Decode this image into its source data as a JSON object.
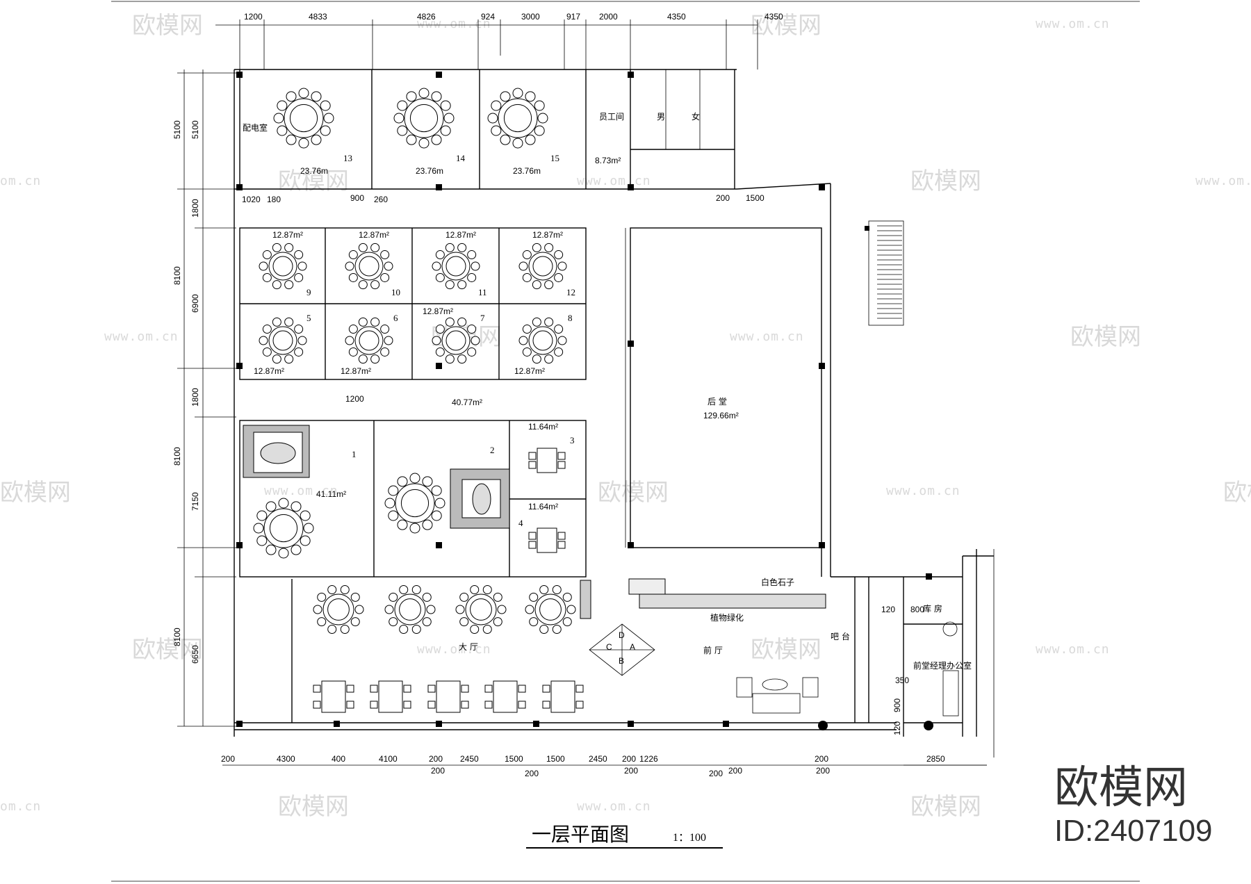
{
  "title": {
    "text": "一层平面图",
    "scale": "1：100"
  },
  "logo": {
    "brand": "欧模网",
    "id": "ID:2407109"
  },
  "watermark": {
    "brand": "欧模网",
    "url": "www.om.cn",
    "url_short": "om.cn"
  },
  "dims_top": [
    "1200",
    "4833",
    "4826",
    "924",
    "3000",
    "917",
    "2000",
    "4350",
    "4350"
  ],
  "dims_bottom": [
    "200",
    "4300",
    "400",
    "4100",
    "200",
    "2450",
    "1500",
    "1500",
    "2450",
    "200",
    "1226",
    "200",
    "2850"
  ],
  "dims_bottom_sub": [
    "200",
    "200",
    "200",
    "200",
    "200",
    "200"
  ],
  "dims_left_outer": [
    "5100",
    "8100",
    "8100",
    "8100"
  ],
  "dims_left_inner": [
    "5100",
    "1800",
    "6900",
    "1800",
    "7150",
    "6650"
  ],
  "dims_misc": {
    "d1020": "1020",
    "d180": "180",
    "d900": "900",
    "d260": "260",
    "d200": "200",
    "d1500": "1500",
    "d1200": "1200",
    "d120": "120",
    "d800": "800",
    "d350": "350",
    "d900b": "900",
    "d120b": "120"
  },
  "rooms": {
    "r13": {
      "num": "13",
      "area": "23.76m"
    },
    "r14": {
      "num": "14",
      "area": "23.76m"
    },
    "r15": {
      "num": "15",
      "area": "23.76m"
    },
    "staff": {
      "label": "员工间",
      "area": "8.73m²"
    },
    "male": "男",
    "female": "女",
    "elec": "配电室",
    "r9": {
      "num": "9",
      "area": "12.87m²"
    },
    "r10": {
      "num": "10",
      "area": "12.87m²"
    },
    "r11": {
      "num": "11",
      "area": "12.87m²"
    },
    "r12": {
      "num": "12",
      "area": "12.87m²"
    },
    "r5": {
      "num": "5",
      "area": "12.87m²"
    },
    "r6": {
      "num": "6",
      "area": "12.87m²"
    },
    "r7": {
      "num": "7",
      "area": "12.87m²"
    },
    "r8": {
      "num": "8",
      "area": "12.87m²"
    },
    "corridor": {
      "area": "40.77m²"
    },
    "r1": {
      "num": "1",
      "area": "41.11m²"
    },
    "r2": {
      "num": "2"
    },
    "r3": {
      "num": "3",
      "area": "11.64m²"
    },
    "r4": {
      "num": "4",
      "area": "11.64m²"
    },
    "courtyard": {
      "label": "后 堂",
      "area": "129.66m²"
    },
    "stone": "白色石子",
    "plants": "植物绿化",
    "hall": "大 厅",
    "lobby": "前 厅",
    "bar": "吧 台",
    "store": "库 房",
    "office": "前堂经理办公室"
  },
  "compass": [
    "D",
    "C",
    "A",
    "B"
  ]
}
